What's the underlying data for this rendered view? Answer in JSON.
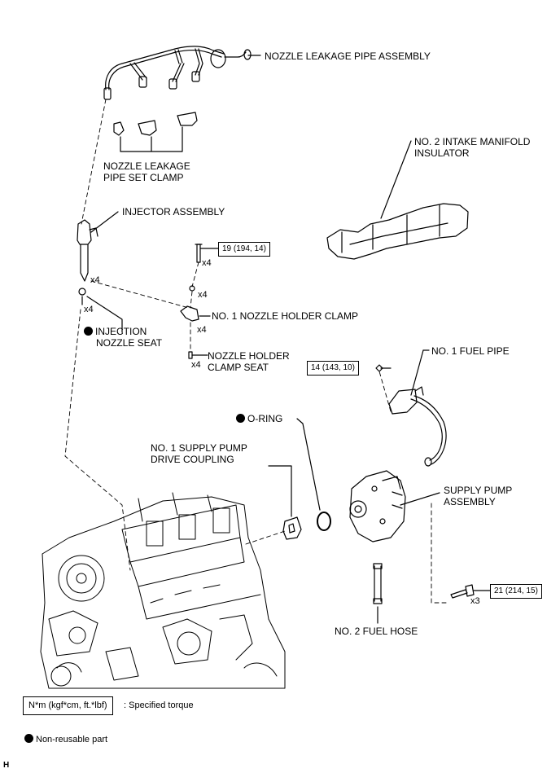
{
  "labels": {
    "nozzle_leakage_pipe": "NOZZLE LEAKAGE PIPE ASSEMBLY",
    "no2_intake_insulator_1": "NO. 2 INTAKE MANIFOLD",
    "no2_intake_insulator_2": "INSULATOR",
    "nozzle_set_clamp_1": "NOZZLE LEAKAGE",
    "nozzle_set_clamp_2": "PIPE SET CLAMP",
    "injector_assembly": "INJECTOR ASSEMBLY",
    "injection_seat_1": "INJECTION",
    "injection_seat_2": "NOZZLE SEAT",
    "no1_holder_clamp": "NO. 1 NOZZLE HOLDER CLAMP",
    "holder_clamp_seat_1": "NOZZLE HOLDER",
    "holder_clamp_seat_2": "CLAMP SEAT",
    "no1_fuel_pipe": "NO. 1 FUEL PIPE",
    "o_ring": "O-RING",
    "drive_coupling_1": "NO. 1 SUPPLY PUMP",
    "drive_coupling_2": "DRIVE COUPLING",
    "supply_pump_1": "SUPPLY PUMP",
    "supply_pump_2": "ASSEMBLY",
    "no2_fuel_hose": "NO. 2 FUEL HOSE"
  },
  "torques": {
    "clamp_bolt": "19 (194, 14)",
    "fuel_pipe_bolt": "14 (143, 10)",
    "pump_bolt": "21 (214, 15)"
  },
  "multipliers": {
    "clamp_bolt": "x4",
    "injector": "x4",
    "nozzle_seat": "x4",
    "washer": "x4",
    "holder_clamp": "x4",
    "clamp_seat": "x4",
    "pump_bolt": "x3"
  },
  "legend": {
    "torque_unit": "N*m (kgf*cm, ft.*lbf)",
    "torque_desc": ": Specified torque",
    "non_reusable": "Non-reusable part"
  },
  "figure_code": "H"
}
